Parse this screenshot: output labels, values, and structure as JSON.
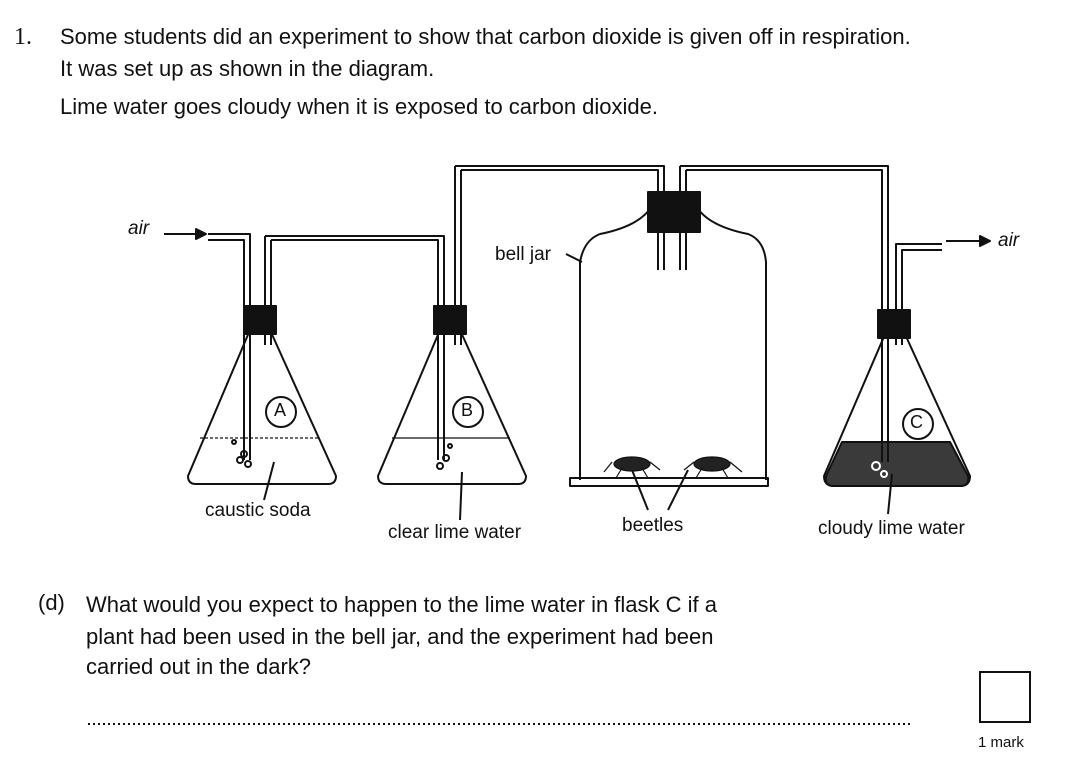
{
  "question": {
    "number": "1.",
    "intro_lines": [
      "Some students did an experiment to show that carbon dioxide is given off in respiration.",
      "It was set up as shown in the diagram.",
      "Lime water goes cloudy when it is exposed to carbon dioxide."
    ]
  },
  "diagram": {
    "air_in": "air",
    "air_out": "air",
    "bell_jar": "bell jar",
    "flasks": [
      {
        "letter": "A",
        "label": "caustic soda"
      },
      {
        "letter": "B",
        "label": "clear lime water"
      },
      {
        "letter": "C",
        "label": "cloudy lime water"
      }
    ],
    "beetles": "beetles"
  },
  "part_d": {
    "label": "(d)",
    "lines": [
      "What would you expect to happen to the lime water in flask C if a",
      "plant had been used in the bell jar, and the experiment had been",
      "carried out in the dark?"
    ],
    "answer_value": "",
    "mark_text": "1 mark"
  },
  "colors": {
    "ink": "#111111",
    "cloudy_fill": "#3a3a3a"
  }
}
